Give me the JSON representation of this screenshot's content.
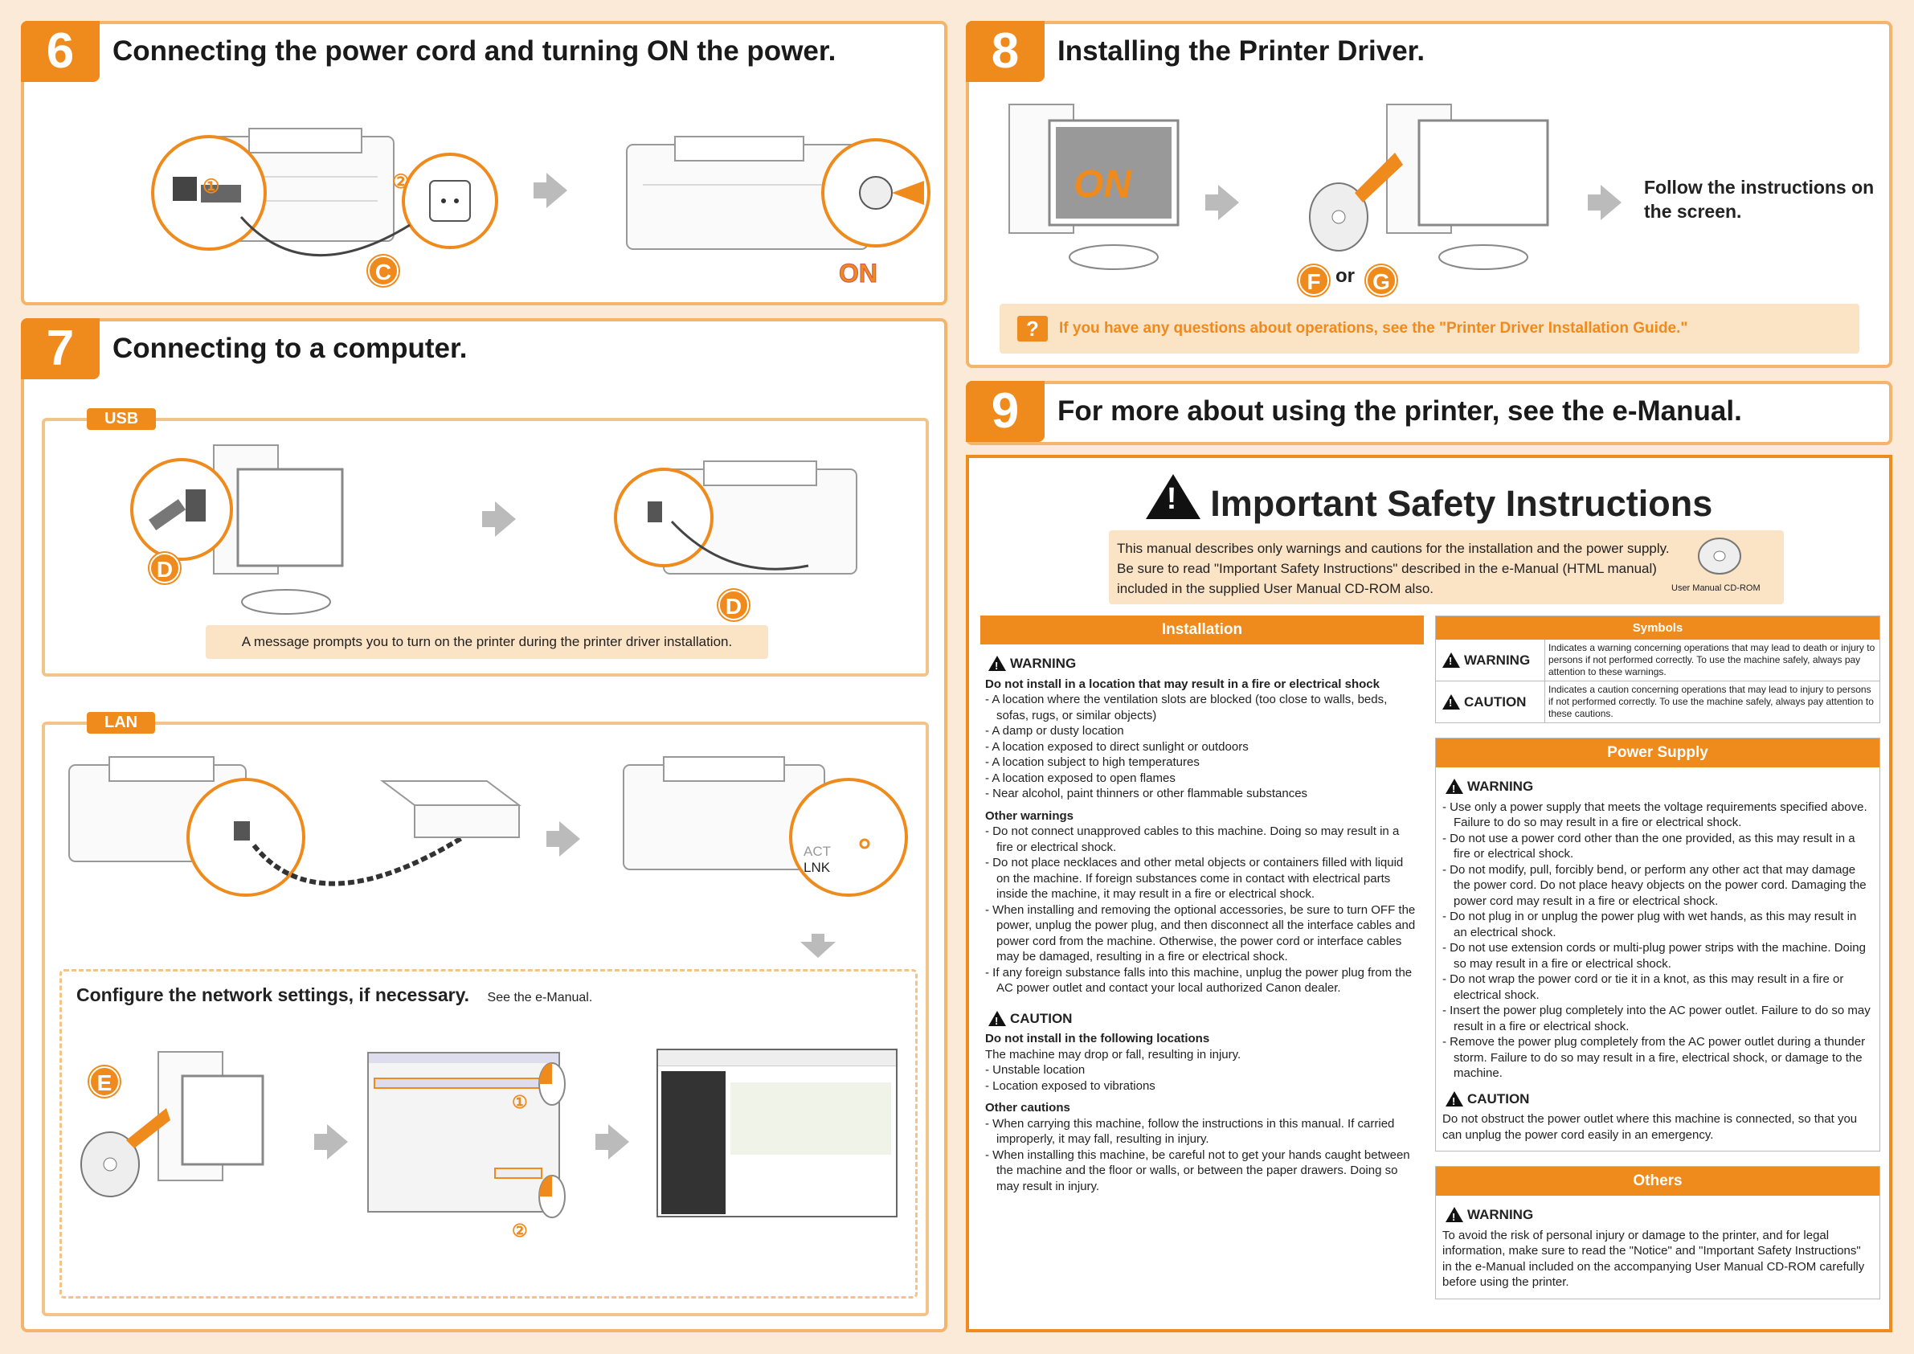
{
  "p6": {
    "num": "6",
    "title": "Connecting the power cord and turning ON the power.",
    "c1": "①",
    "c2": "②",
    "letter": "C",
    "on": "ON"
  },
  "p7": {
    "num": "7",
    "title": "Connecting to a computer.",
    "usb": {
      "tag": "USB",
      "letter": "D",
      "message": "A message prompts you to turn on the printer during the printer driver installation."
    },
    "lan": {
      "tag": "LAN",
      "act": "ACT",
      "lnk": "LNK",
      "config_title": "Configure the network settings, if necessary.",
      "config_see": "See the e-Manual.",
      "letter": "E",
      "c1": "①",
      "c2": "②"
    }
  },
  "p8": {
    "num": "8",
    "title": "Installing the Printer Driver.",
    "on_screen": "ON",
    "f": "F",
    "or": "or",
    "g": "G",
    "follow": "Follow the instructions on the screen.",
    "q": "?",
    "question": "If you have any questions about operations, see the \"Printer Driver Installation Guide.\""
  },
  "p9": {
    "num": "9",
    "title": "For more about using the printer, see the e-Manual."
  },
  "safety": {
    "title": "Important Safety Instructions",
    "intro": "This manual describes only warnings and cautions for the installation and the power supply. Be sure to read \"Important Safety Instructions\" described in the e-Manual (HTML manual) included in the supplied User Manual CD-ROM also.",
    "cd_label": "User Manual CD-ROM",
    "installation": {
      "header": "Installation",
      "warning": "WARNING",
      "h1": "Do not install in a location that may result in a fire or electrical shock",
      "items1": [
        "- A location where the ventilation slots are blocked (too close to walls, beds, sofas, rugs, or similar objects)",
        "- A damp or dusty location",
        "- A location exposed to direct sunlight or outdoors",
        "- A location subject to high temperatures",
        "- A location exposed to open flames",
        "- Near alcohol, paint thinners or other flammable substances"
      ],
      "h2": "Other warnings",
      "items2": [
        "- Do not connect unapproved cables to this machine. Doing so may result in a fire or electrical shock.",
        "- Do not place necklaces and other metal objects or containers filled with liquid on the machine. If foreign substances come in contact with electrical parts inside the machine, it may result in a fire or electrical shock.",
        "- When installing and removing the optional accessories, be sure to turn OFF the power, unplug the power plug, and then disconnect all the interface cables and power cord from the machine. Otherwise, the power cord or interface cables may be damaged, resulting in a fire or electrical shock.",
        "- If any foreign substance falls into this machine, unplug the power plug from the AC power outlet and contact your local authorized Canon dealer."
      ],
      "caution": "CAUTION",
      "h3": "Do not install in the following locations",
      "h3text": "The machine may drop or fall, resulting in injury.",
      "items3": [
        "- Unstable location",
        "- Location exposed to vibrations"
      ],
      "h4": "Other cautions",
      "items4": [
        "- When carrying this machine, follow the instructions in this manual. If carried improperly, it may fall, resulting in injury.",
        "- When installing this machine, be careful not to get your hands caught between the machine and the floor or walls, or between the paper drawers. Doing so may result in injury."
      ]
    },
    "symbols": {
      "header": "Symbols",
      "warning": "WARNING",
      "warning_text": "Indicates a warning concerning operations that may lead to death or injury to persons if not performed correctly. To use the machine safely, always pay attention to these warnings.",
      "caution": "CAUTION",
      "caution_text": "Indicates a caution concerning operations that may lead to injury to persons if not performed correctly. To use the machine safely, always pay attention to these cautions."
    },
    "power": {
      "header": "Power Supply",
      "warning": "WARNING",
      "items": [
        "- Use only a power supply that meets the voltage requirements specified above. Failure to do so may result in a fire or electrical shock.",
        "- Do not use a power cord other than the one provided, as this may result in a fire or electrical shock.",
        "- Do not modify, pull, forcibly bend, or perform any other act that may damage the power cord. Do not place heavy objects on the power cord. Damaging the power cord may result in a fire or electrical shock.",
        "- Do not plug in or unplug the power plug with wet hands, as this may result in an electrical shock.",
        "- Do not use extension cords or multi-plug power strips with the machine. Doing so may result in a fire or electrical shock.",
        "- Do not wrap the power cord or tie it in a knot, as this may result in a fire or electrical shock.",
        "- Insert the power plug completely into the AC power outlet. Failure to do so may result in a fire or electrical shock.",
        "- Remove the power plug completely from the AC power outlet during a thunder storm. Failure to do so may result in a fire, electrical shock, or damage to the machine."
      ],
      "caution": "CAUTION",
      "caution_text": "Do not obstruct the power outlet where this machine is connected, so that you can unplug the power cord easily in an emergency."
    },
    "others": {
      "header": "Others",
      "warning": "WARNING",
      "text": "To avoid the risk of personal injury or damage to the printer, and for legal information, make sure to read the \"Notice\" and \"Important Safety Instructions\" in the e-Manual included on the accompanying User Manual CD-ROM carefully before using the printer."
    }
  }
}
